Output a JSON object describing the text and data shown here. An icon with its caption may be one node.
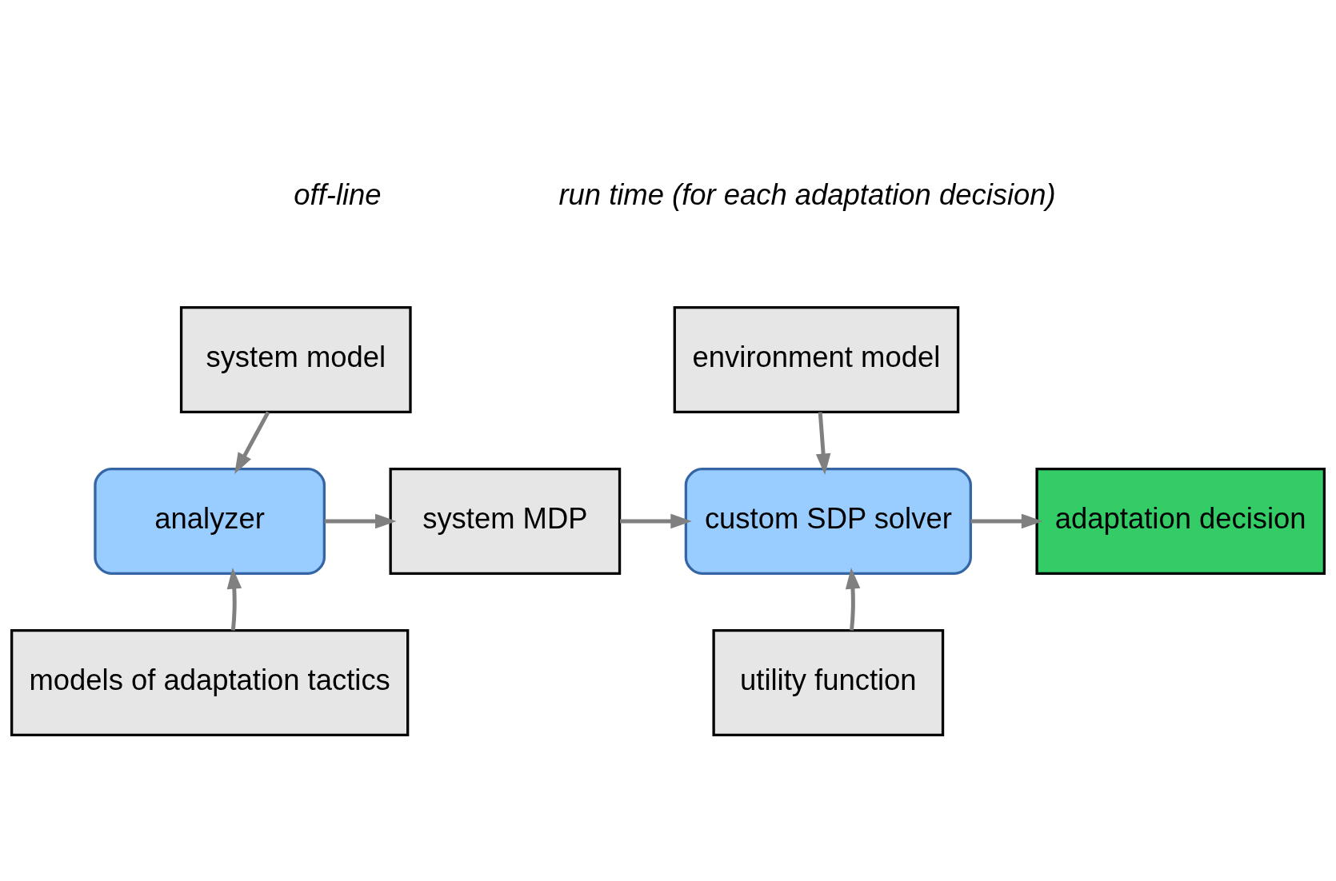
{
  "diagram": {
    "nodes": [
      {
        "text": [
          "system model"
        ]
      },
      {
        "text": [
          "analyzer"
        ]
      },
      {
        "text": [
          "models of adaptation tactics"
        ]
      },
      {
        "text": [
          "system MDP"
        ]
      },
      {
        "text": [
          "environment model"
        ]
      },
      {
        "text": [
          "custom SDP solver"
        ]
      },
      {
        "text": [
          "utility function"
        ]
      },
      {
        "text": [
          "adaptation decision"
        ]
      }
    ],
    "edges": [
      {
        "from": 0,
        "to": 1,
        "arrow": "to"
      },
      {
        "from": 2,
        "to": 1,
        "arrow": "to"
      },
      {
        "from": 1,
        "to": 3,
        "arrow": "to"
      },
      {
        "from": 3,
        "to": 5,
        "arrow": "to"
      },
      {
        "from": 4,
        "to": 5,
        "arrow": "to"
      },
      {
        "from": 6,
        "to": 5,
        "arrow": "to"
      },
      {
        "from": 5,
        "to": 7,
        "arrow": "to"
      }
    ],
    "labels": [
      "off-line",
      "run time (for each adaptation decision)"
    ]
  }
}
